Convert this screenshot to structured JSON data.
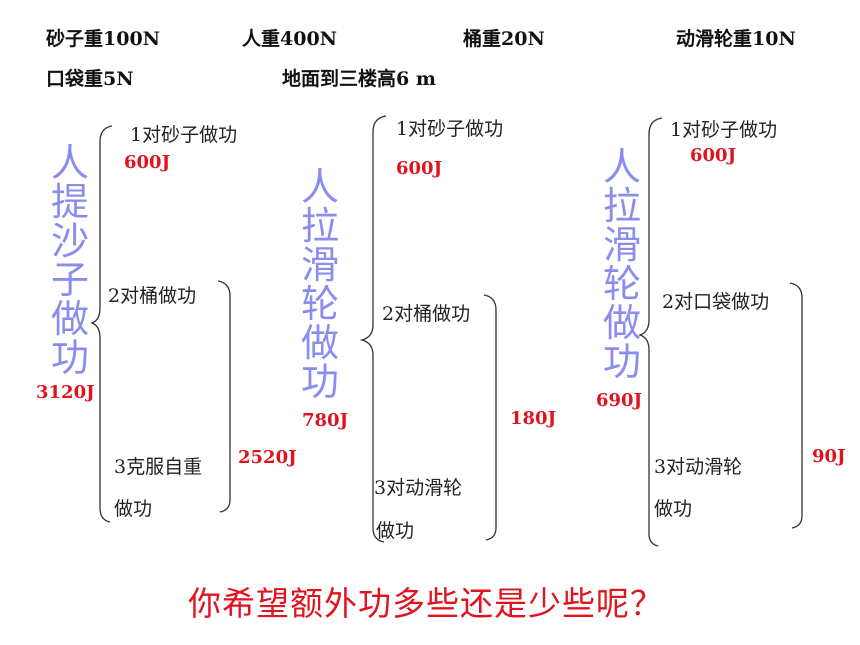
{
  "given": {
    "sand_weight": "砂子重100N",
    "person_weight": "人重400N",
    "bucket_weight": "桶重20N",
    "pulley_weight": "动滑轮重10N",
    "bag_weight": "口袋重5N",
    "height": "地面到三楼高6 m"
  },
  "cases": [
    {
      "title": "人提沙子做功",
      "total": "3120J",
      "items": [
        {
          "label": "1对砂子做功",
          "value": "600J"
        },
        {
          "label": "2对桶做功"
        },
        {
          "label_line1": "3克服自重",
          "label_line2": "做功"
        }
      ],
      "extra_total": "2520J"
    },
    {
      "title": "人拉滑轮做功",
      "total": "780J",
      "items": [
        {
          "label": "1对砂子做功",
          "value": "600J"
        },
        {
          "label": "2对桶做功"
        },
        {
          "label_line1": "3对动滑轮",
          "label_line2": "做功"
        }
      ],
      "extra_total": "180J"
    },
    {
      "title": "人拉滑轮做功",
      "total": "690J",
      "items": [
        {
          "label": "1对砂子做功",
          "value": "600J"
        },
        {
          "label": "2对口袋做功"
        },
        {
          "label_line1": "3对动滑轮",
          "label_line2": "做功"
        }
      ],
      "extra_total": "90J"
    }
  ],
  "question": "你希望额外功多些还是少些呢？"
}
